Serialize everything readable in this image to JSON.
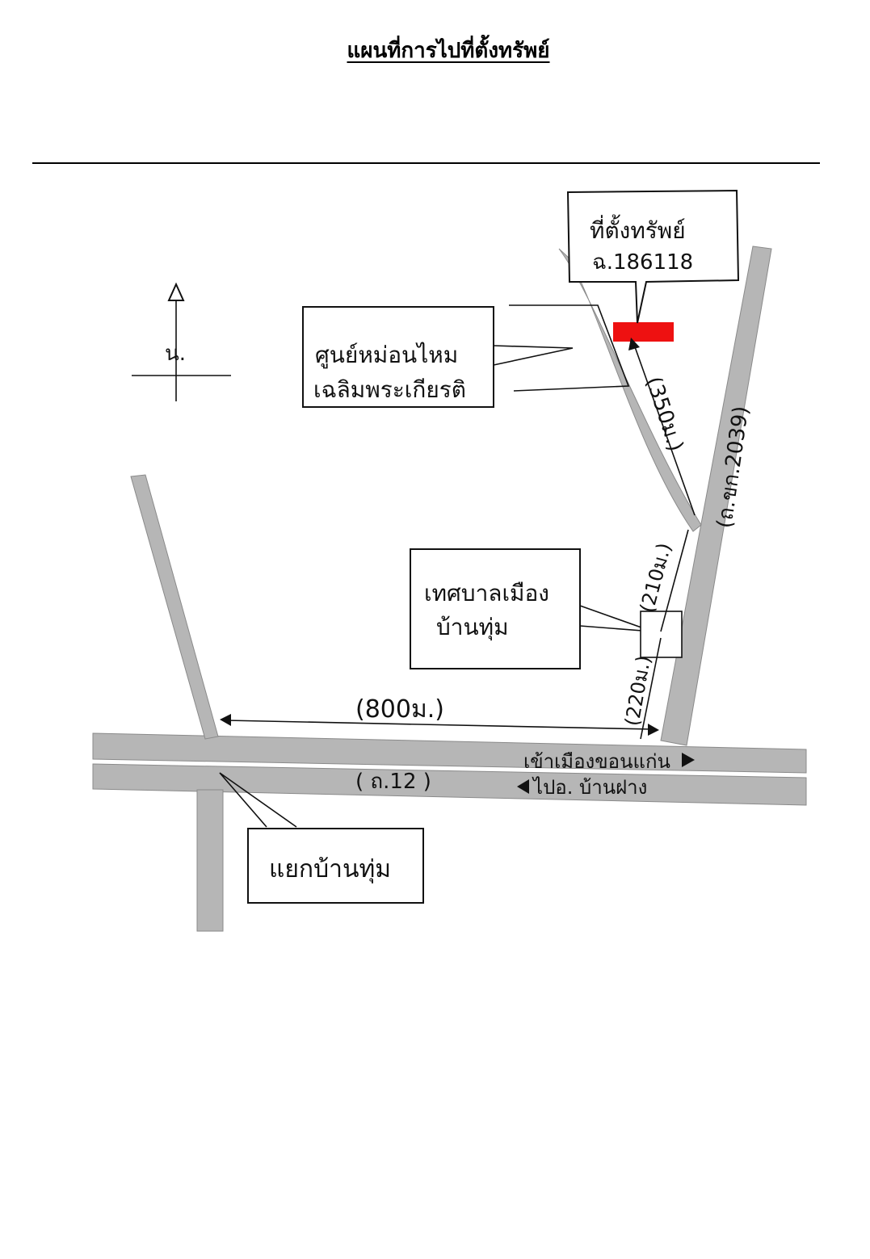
{
  "title": "แผนที่การไปที่ตั้งทรัพย์",
  "compass": {
    "label": "น."
  },
  "property": {
    "line1": "ที่ตั้งทรัพย์",
    "line2": "ฉ.186118",
    "marker_color": "#ee1111"
  },
  "places": {
    "center": {
      "line1": "ศูนย์หม่อนไหม",
      "line2": "เฉลิมพระเกียรติ"
    },
    "municipality": {
      "line1": "เทศบาลเมือง",
      "line2": "บ้านทุ่ม"
    },
    "junction": {
      "label": "แยกบ้านทุ่ม"
    }
  },
  "roads": {
    "side_road": "(ถ.ขก.2039)",
    "highway": "( ถ.12 )",
    "to_khonkaen": "เข้าเมืองขอนแก่น",
    "to_banfang": "ไปอ. บ้านฝาง"
  },
  "distances": {
    "d800": "(800ม.)",
    "d350": "(350ม.)",
    "d210": "(210ม.)",
    "d220": "(220ม.)"
  }
}
